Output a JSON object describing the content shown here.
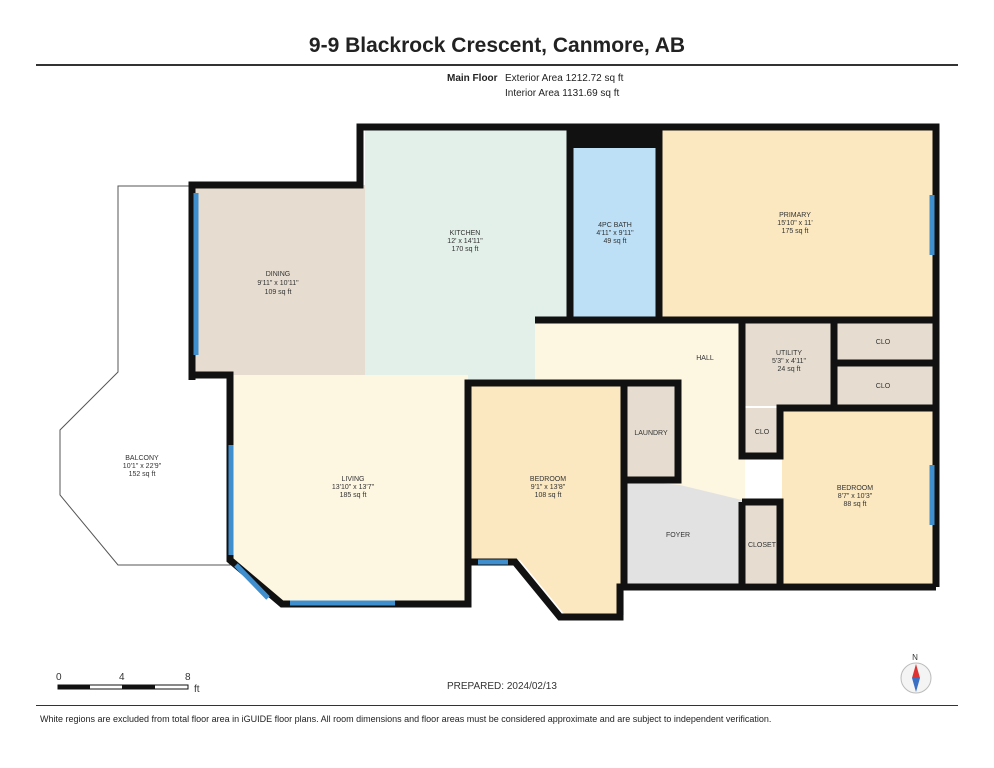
{
  "title": "9-9 Blackrock Crescent, Canmore, AB",
  "floor": {
    "name": "Main Floor",
    "exterior": "Exterior Area 1212.72 sq ft",
    "interior": "Interior Area 1131.69 sq ft"
  },
  "rooms": {
    "dining": {
      "name": "DINING",
      "dims": "9'11\" x 10'11\"",
      "area": "109 sq ft"
    },
    "kitchen": {
      "name": "KITCHEN",
      "dims": "12' x 14'11\"",
      "area": "170 sq ft"
    },
    "bath": {
      "name": "4PC BATH",
      "dims": "4'11\" x 9'11\"",
      "area": "49 sq ft"
    },
    "primary": {
      "name": "PRIMARY",
      "dims": "15'10\" x 11'",
      "area": "175 sq ft"
    },
    "hall": {
      "name": "HALL"
    },
    "utility": {
      "name": "UTILITY",
      "dims": "5'3\" x 4'11\"",
      "area": "24 sq ft"
    },
    "clo1": {
      "name": "CLO"
    },
    "clo2": {
      "name": "CLO"
    },
    "clo3": {
      "name": "CLO"
    },
    "laundry": {
      "name": "LAUNDRY"
    },
    "foyer": {
      "name": "FOYER"
    },
    "closet": {
      "name": "CLOSET"
    },
    "balcony": {
      "name": "BALCONY",
      "dims": "10'1\" x 22'9\"",
      "area": "152 sq ft"
    },
    "living": {
      "name": "LIVING",
      "dims": "13'10\" x 13'7\"",
      "area": "185 sq ft"
    },
    "bedroom1": {
      "name": "BEDROOM",
      "dims": "9'1\" x 13'8\"",
      "area": "108 sq ft"
    },
    "bedroom2": {
      "name": "BEDROOM",
      "dims": "8'7\" x 10'3\"",
      "area": "88 sq ft"
    }
  },
  "scale": {
    "t0": "0",
    "t1": "4",
    "t2": "8",
    "unit": "ft"
  },
  "compass": "N",
  "prepared": "PREPARED: 2024/02/13",
  "footer": "White regions are excluded from total floor area in iGUIDE floor plans. All room dimensions and floor areas must be considered approximate and are subject to independent verification.",
  "colors": {
    "wall": "#111111",
    "window": "#3f8fcf",
    "beige": "#e6ddd0",
    "kitchen": "#e3efe9",
    "bath": "#bde0f7",
    "bedroom": "#fbe8c0",
    "hall": "#fdf6e1",
    "foyer": "#e2e2e2"
  }
}
